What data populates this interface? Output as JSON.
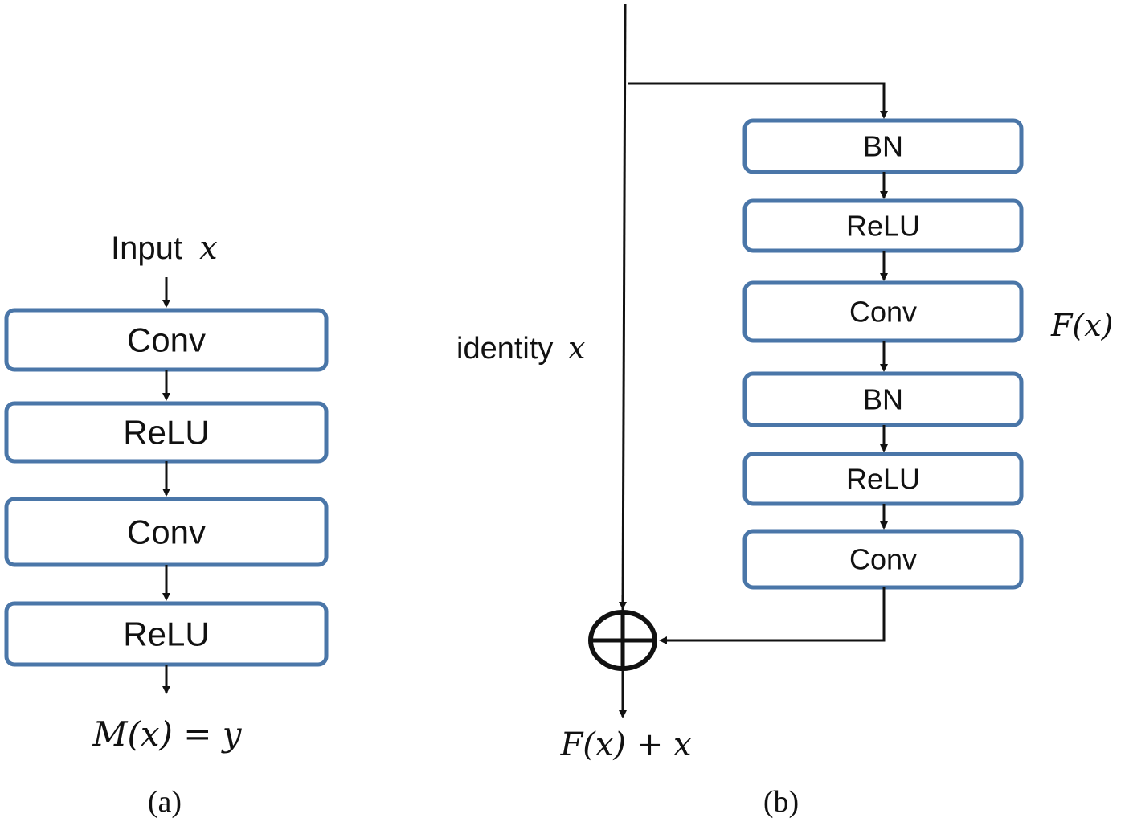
{
  "panel_a": {
    "input_label": "Input",
    "input_var": "x",
    "blocks": [
      "Conv",
      "ReLU",
      "Conv",
      "ReLU"
    ],
    "output_formula": "M(x) = y",
    "caption": "(a)"
  },
  "panel_b": {
    "identity_label": "identity",
    "identity_var": "x",
    "blocks": [
      "BN",
      "ReLU",
      "Conv",
      "BN",
      "ReLU",
      "Conv"
    ],
    "residual_label": "F(x)",
    "output_formula": "F(x) + x",
    "caption": "(b)"
  },
  "colors": {
    "block_border": "#4a76a8",
    "line": "#111111"
  }
}
